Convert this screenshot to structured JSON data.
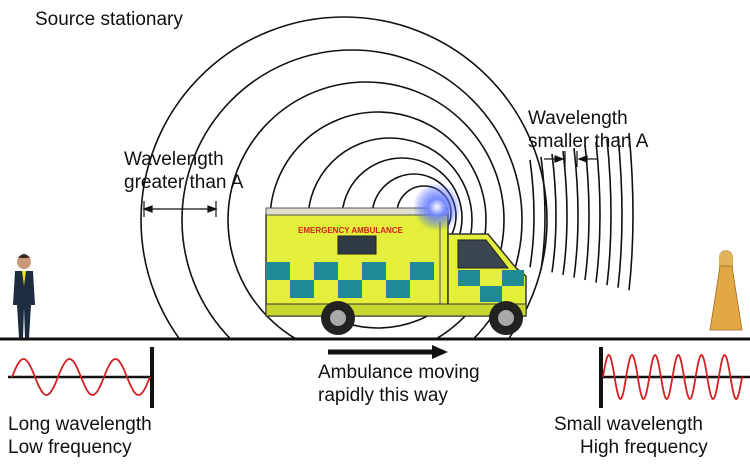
{
  "labels": {
    "source_stationary": "Source stationary",
    "wavelength_greater_line1": "Wavelength",
    "wavelength_greater_line2": "greater than A",
    "wavelength_smaller_line1": "Wavelength",
    "wavelength_smaller_line2": "smaller than A",
    "ambulance_line1": "Ambulance moving",
    "ambulance_line2": "rapidly this way",
    "long_wavelength": "Long wavelength",
    "low_frequency": "Low frequency",
    "small_wavelength": "Small wavelength",
    "high_frequency": "High frequency",
    "vehicle_text": "EMERGENCY AMBULANCE"
  },
  "colors": {
    "wave": "#d42020",
    "ambulance_body": "#e3ef3a",
    "ambulance_check": "#1f8a93",
    "siren": "#3a55ff",
    "ground": "#111111"
  },
  "waves": {
    "left_cycles": 3,
    "right_cycles": 6
  }
}
